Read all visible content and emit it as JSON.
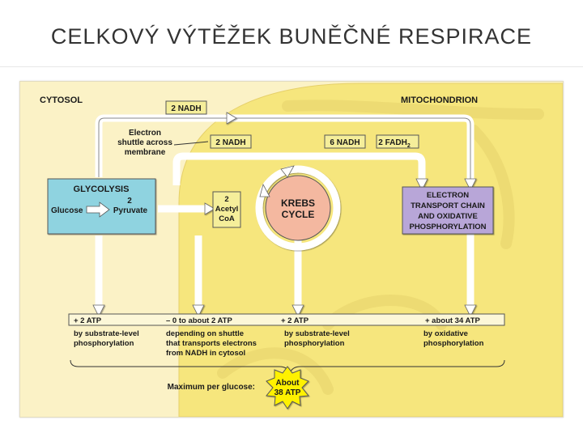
{
  "slide": {
    "title": "CELKOVÝ VÝTĚŽEK BUNĚČNÉ RESPIRACE"
  },
  "diagram": {
    "region_cytosol": "CYTOSOL",
    "region_mitochondrion": "MITOCHONDRION",
    "nadh_cytosol": "2 NADH",
    "shuttle_lines": [
      "Electron",
      "shuttle across",
      "membrane"
    ],
    "nadh_acetyl": "2 NADH",
    "nadh_krebs": "6 NADH",
    "fadh2": "2 FADH",
    "fadh2_sub": "2",
    "glycolysis": {
      "title": "GLYCOLYSIS",
      "glucose": "Glucose",
      "pyruvate_num": "2",
      "pyruvate": "Pyruvate"
    },
    "acetyl_lines": [
      "2",
      "Acetyl",
      "CoA"
    ],
    "krebs_lines": [
      "KREBS",
      "CYCLE"
    ],
    "etc_lines": [
      "ELECTRON",
      "TRANSPORT CHAIN",
      "AND OXIDATIVE",
      "PHOSPHORYLATION"
    ],
    "yields": [
      {
        "atp": "+ 2 ATP",
        "desc": [
          "by substrate-level",
          "phosphorylation"
        ]
      },
      {
        "atp": "– 0 to about 2 ATP",
        "desc": [
          "depending on shuttle",
          "that transports electrons",
          "from NADH in cytosol"
        ]
      },
      {
        "atp": "+ 2 ATP",
        "desc": [
          "by substrate-level",
          "phosphorylation"
        ]
      },
      {
        "atp": "+ about 34 ATP",
        "desc": [
          "by oxidative",
          "phosphorylation"
        ]
      }
    ],
    "maximum_label": "Maximum per glucose:",
    "total_lines": [
      "About",
      "38 ATP"
    ],
    "colors": {
      "background": "#fbf2c6",
      "mitochondrion": "#f6e67d",
      "nadh_box": "#f5ee9a",
      "glycolysis": "#8fd3e0",
      "krebs": "#f4b8a0",
      "etc": "#b8a6d8",
      "yield_bar": "#fcf7d8",
      "burst": "#fff100",
      "arrow": "#ffffff",
      "outline": "#555555"
    }
  }
}
